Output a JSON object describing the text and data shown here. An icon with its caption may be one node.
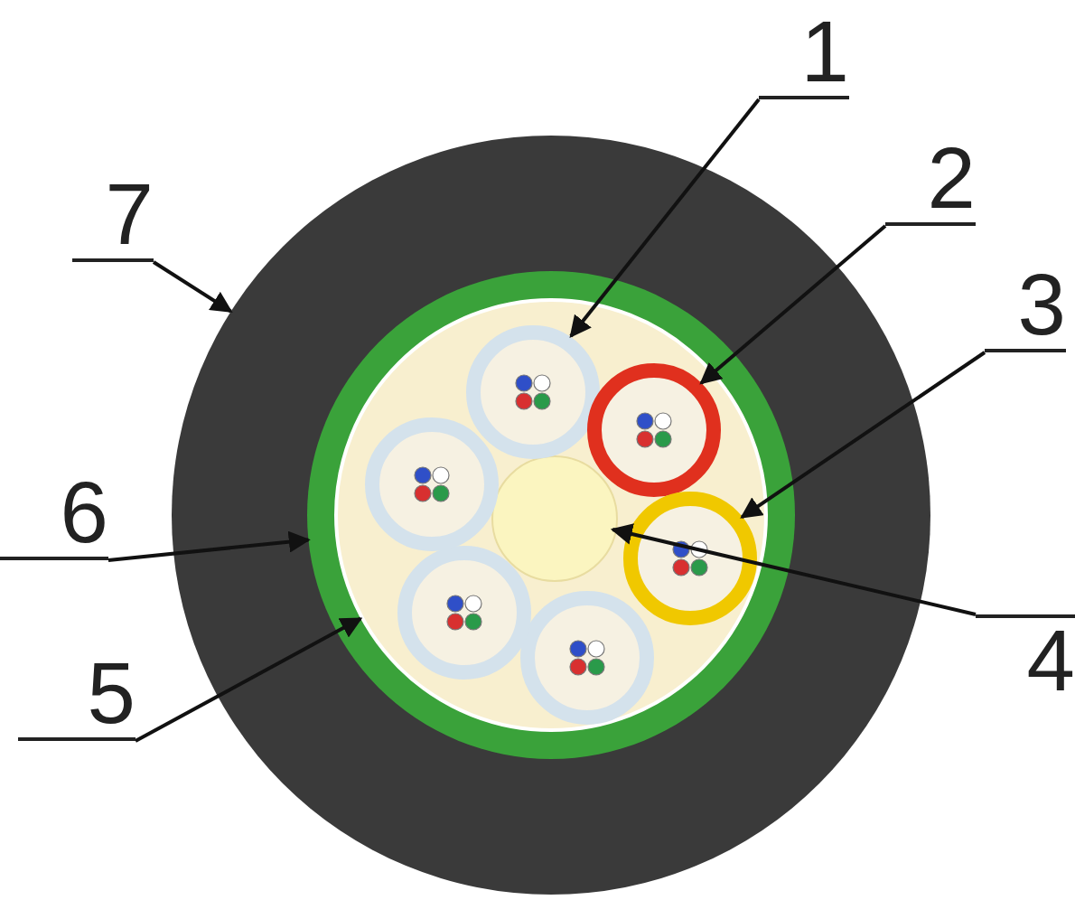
{
  "diagram": {
    "nodes": [
      {
        "text": [
          "1"
        ]
      },
      {
        "text": [
          "2"
        ]
      },
      {
        "text": [
          "3"
        ]
      },
      {
        "text": [
          "4"
        ]
      },
      {
        "text": [
          "5"
        ]
      },
      {
        "text": [
          "6"
        ]
      },
      {
        "text": [
          "7"
        ]
      },
      {
        "text": [],
        "shape": "circle"
      },
      {
        "text": [],
        "shape": "circle",
        "in": 7
      },
      {
        "text": [],
        "shape": "circle",
        "in": 8
      },
      {
        "text": [],
        "shape": "circle",
        "in": 9
      },
      {
        "text": [],
        "shape": "circle",
        "in": 9
      },
      {
        "text": [],
        "shape": "circle",
        "in": 9
      },
      {
        "text": [],
        "shape": "circle",
        "in": 9
      },
      {
        "text": [],
        "shape": "circle",
        "in": 9
      },
      {
        "text": [],
        "shape": "circle",
        "in": 9
      },
      {
        "text": [],
        "shape": "circle",
        "in": 9
      }
    ],
    "edges": [
      {
        "from": 0,
        "to": 11,
        "arrow": "to"
      },
      {
        "from": 1,
        "to": 12,
        "arrow": "to"
      },
      {
        "from": 2,
        "to": 13,
        "arrow": "to"
      },
      {
        "from": 3,
        "to": 10,
        "arrow": "to"
      },
      {
        "from": 4,
        "to": 9,
        "arrow": "to"
      },
      {
        "from": 5,
        "to": 8,
        "arrow": "to"
      },
      {
        "from": 6,
        "to": 7,
        "arrow": "to"
      }
    ]
  }
}
